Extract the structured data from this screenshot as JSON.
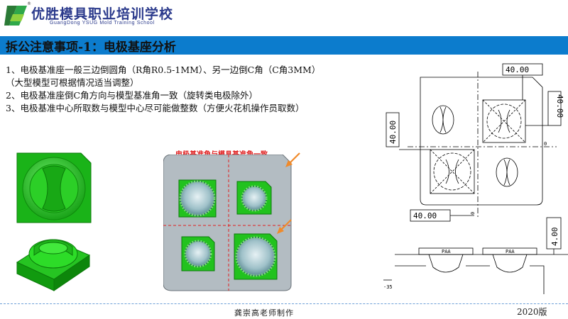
{
  "header": {
    "school_name_cn": "优胜模具职业培训学校",
    "school_name_en": "GuangDong YSUG Mold Training School",
    "registered_mark": "®"
  },
  "slide_title": "拆公注意事项-1：电极基座分析",
  "notes": [
    "1、电极基准座一般三边倒圆角（R角R0.5-1MM）、另一边倒C角（C角3MM）",
    "（大型模型可根据情况适当调整）",
    "2、电极基准座倒C角方向与模型基准角一致（旋转类电极除外）",
    "3、电极基准中心所取数与模型中心尽可能做整数（方便火花机操作员取数）"
  ],
  "center_figure": {
    "caption": "电极基准角与模具基准角一致",
    "caption_color": "#e02020",
    "arrow_color": "#f08a2a"
  },
  "drawing": {
    "dim_top": "40.00",
    "dim_right": "40.00",
    "dim_left": "40.00",
    "dim_bottom": "40.00",
    "dim_side": "4.00",
    "zero_right": "0",
    "zero_bottom": "0",
    "section_offset": "-35",
    "section_tag_left": "PAA",
    "section_tag_right": "PAA"
  },
  "footer": {
    "author": "龚崇高老师制作",
    "version": "2020版"
  },
  "colors": {
    "title_bar": "#0c7ccd",
    "electrode_green": "#22c21e",
    "plate_gray": "#b3bcc2",
    "brand_blue": "#2b3a8c"
  }
}
